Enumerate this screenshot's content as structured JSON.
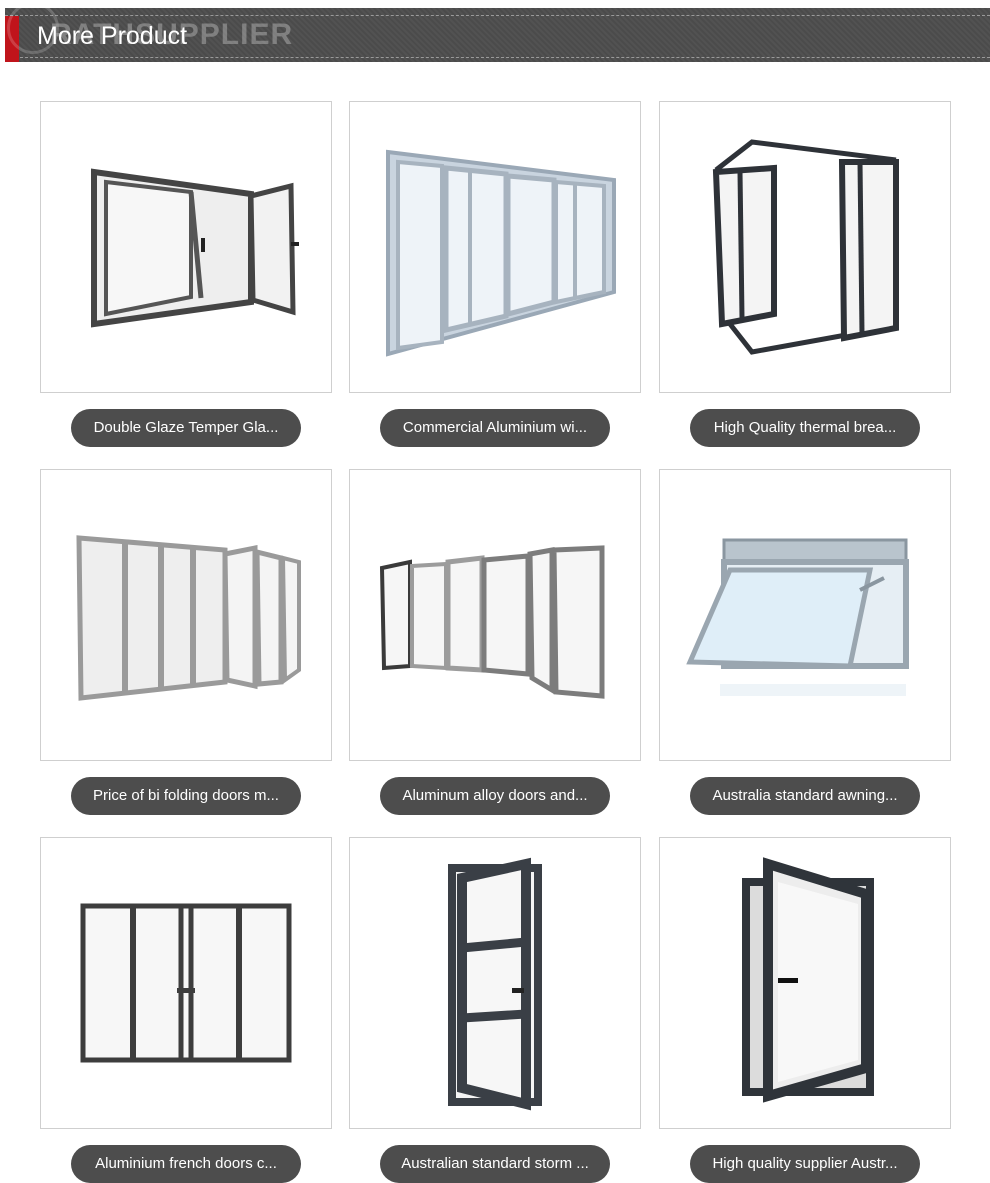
{
  "header": {
    "title": "More Product",
    "watermark": "RATHSUPPLIER"
  },
  "products": [
    {
      "label": "Double Glaze Temper Gla...",
      "icon": "tilt-turn-window-image"
    },
    {
      "label": "Commercial Aluminium wi...",
      "icon": "sliding-window-image"
    },
    {
      "label": "High Quality thermal brea...",
      "icon": "corner-casement-window-image"
    },
    {
      "label": "Price of bi folding doors m...",
      "icon": "bifold-door-image"
    },
    {
      "label": "Aluminum alloy doors and...",
      "icon": "folding-door-image"
    },
    {
      "label": "Australia standard awning...",
      "icon": "awning-window-image"
    },
    {
      "label": "Aluminium french doors c...",
      "icon": "french-door-image"
    },
    {
      "label": "Australian standard storm ...",
      "icon": "storm-door-image"
    },
    {
      "label": "High quality supplier Austr...",
      "icon": "casement-window-image"
    }
  ]
}
